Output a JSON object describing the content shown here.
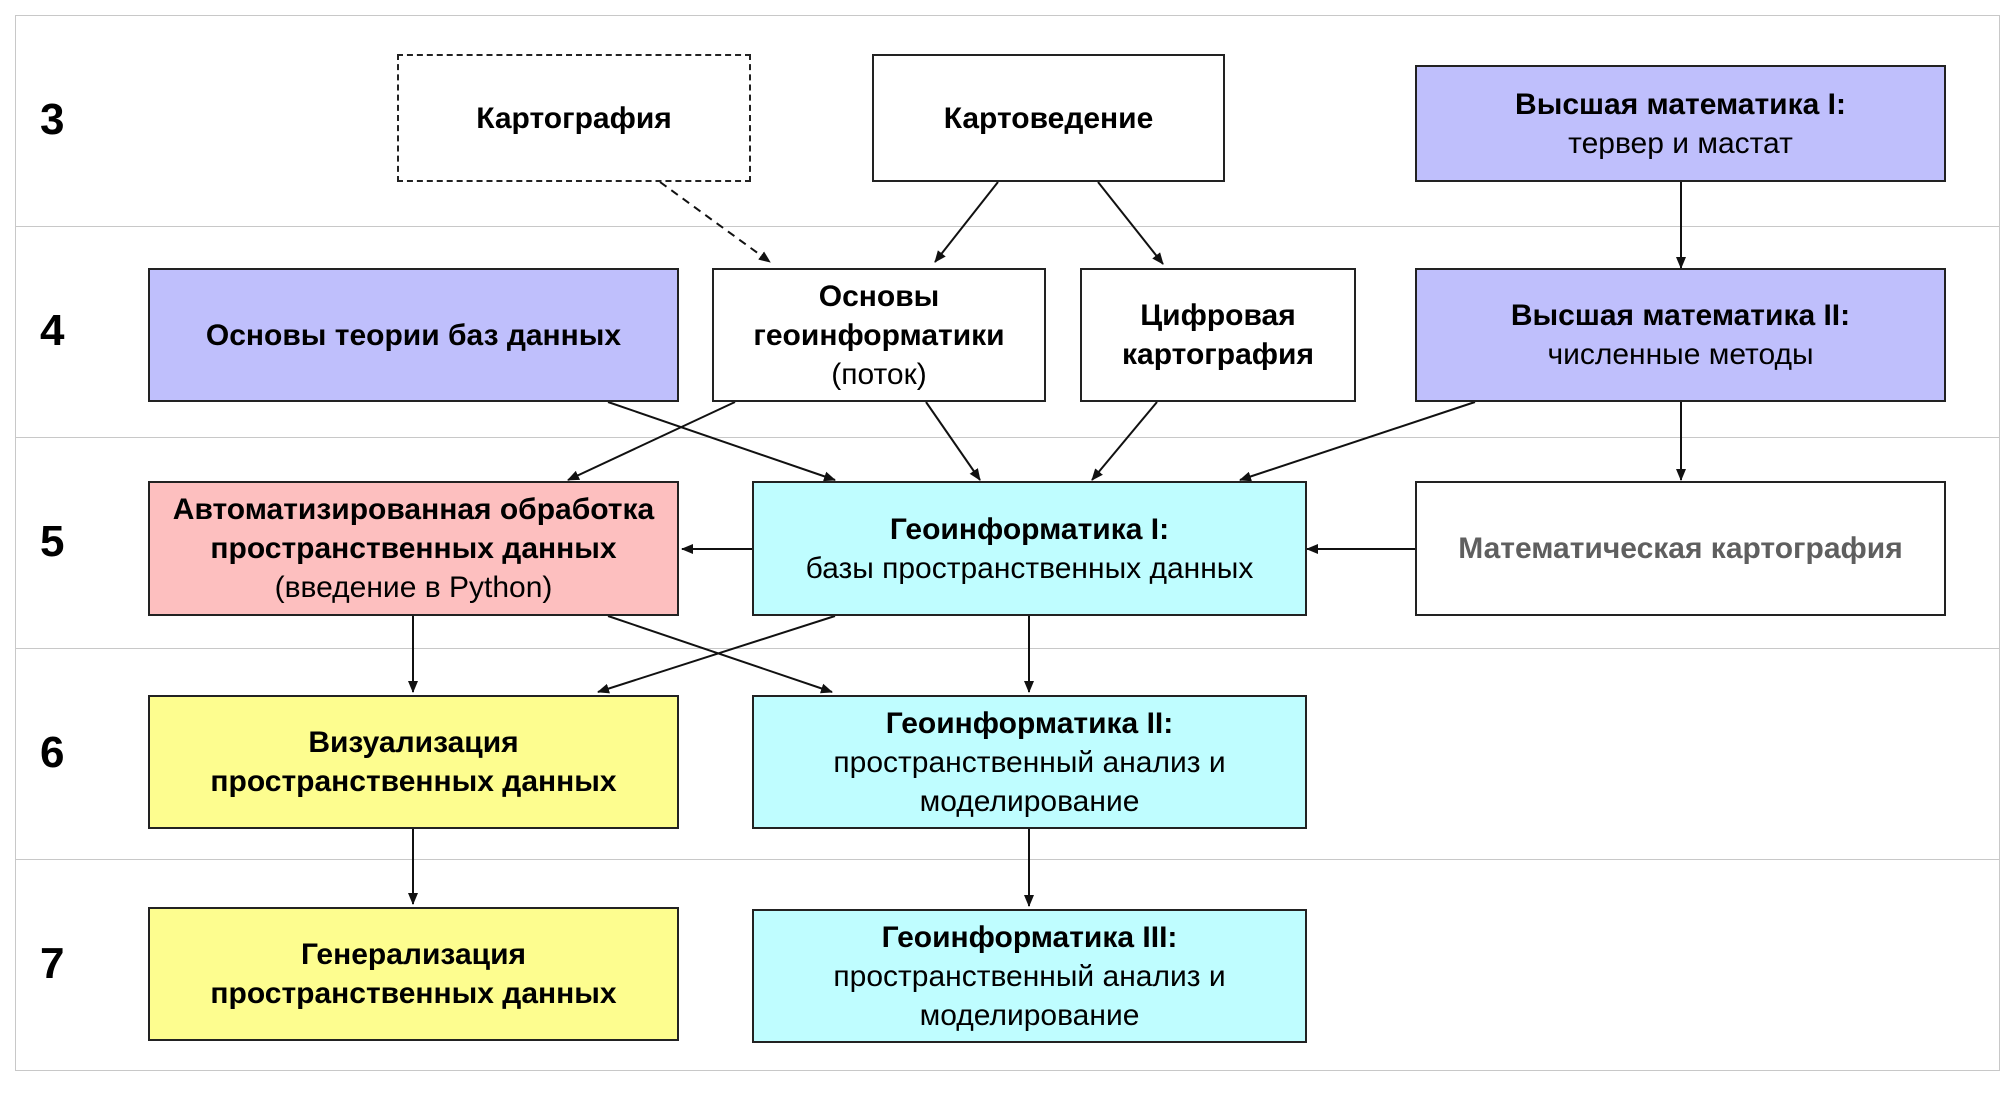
{
  "rows": [
    {
      "label": "3"
    },
    {
      "label": "4"
    },
    {
      "label": "5"
    },
    {
      "label": "6"
    },
    {
      "label": "7"
    }
  ],
  "boxes": {
    "kartografiya": {
      "title": "Картография",
      "rest": ""
    },
    "kartovedenie": {
      "title": "Картоведение",
      "rest": ""
    },
    "vysshmat1": {
      "title": "Высшая математика I:",
      "rest": "тервер и мастат"
    },
    "osnovy_bd": {
      "title": "Основы теории баз данных",
      "rest": ""
    },
    "osnovy_geo": {
      "title": "Основы геоинформатики",
      "rest": "(поток)"
    },
    "cifrovaya": {
      "title": "Цифровая картография",
      "rest": ""
    },
    "vysshmat2": {
      "title": "Высшая математика II:",
      "rest": "численные методы"
    },
    "avtomat": {
      "title": "Автоматизированная обработка пространственных данных",
      "rest": "(введение в Python)"
    },
    "geo1": {
      "title": "Геоинформатика I:",
      "rest": "базы пространственных данных"
    },
    "matkart": {
      "title": "Математическая картография",
      "rest": ""
    },
    "vizual": {
      "title": "Визуализация пространственных данных",
      "rest": ""
    },
    "geo2": {
      "title": "Геоинформатика II:",
      "rest": "пространственный анализ и моделирование"
    },
    "generaliz": {
      "title": "Генерализация пространственных данных",
      "rest": ""
    },
    "geo3": {
      "title": "Геоинформатика III:",
      "rest": "пространственный анализ и моделирование"
    }
  },
  "colors": {
    "purple": "#bfbffc",
    "cyan": "#bffdff",
    "red": "#fdbfbf",
    "yellow": "#fdfd8f",
    "grey_text": "#5f5f5f"
  }
}
